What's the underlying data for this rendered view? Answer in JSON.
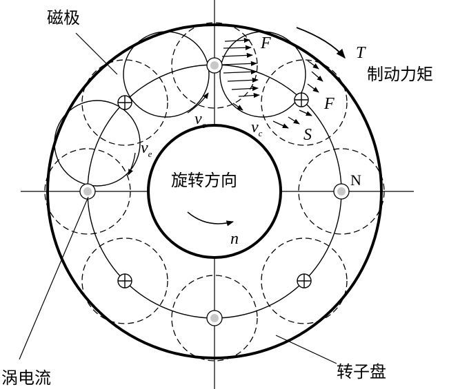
{
  "labels": {
    "magnetic_pole": "磁极",
    "rotation_direction": "旋转方向",
    "braking_torque": "制动力矩",
    "rotor_disc": "转子盘",
    "eddy_current": "涡电流",
    "force_top": "F",
    "force_right": "F",
    "torque": "T",
    "south": "S",
    "north": "N",
    "speed": "n",
    "ve_main": "v",
    "ve_sub": "e",
    "vc1_main": "v",
    "vc1_sub": "c",
    "vc2_main": "v",
    "vc2_sub": "c"
  },
  "colors": {
    "stroke": "#000000",
    "dot_fill": "#c8c8c8",
    "background": "#ffffff"
  }
}
